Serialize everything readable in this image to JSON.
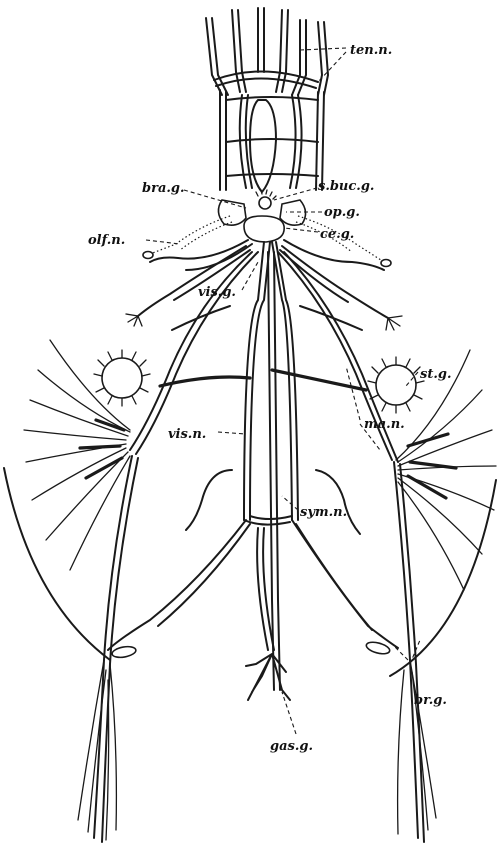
{
  "labels": {
    "ten_n": "ten.n.",
    "s_buc_g": "s.buc.g.",
    "bra_g": "bra.g.",
    "op_g": "op.g.",
    "olf_n": "olf.n.",
    "ce_g": "ce.g.",
    "vis_g": "vis.g.",
    "st_g": "st.g.",
    "vis_n": "vis.n.",
    "ma_n": "ma.n.",
    "sym_n": "sym.n.",
    "br_g": "br.g.",
    "gas_g": "gas.g."
  }
}
